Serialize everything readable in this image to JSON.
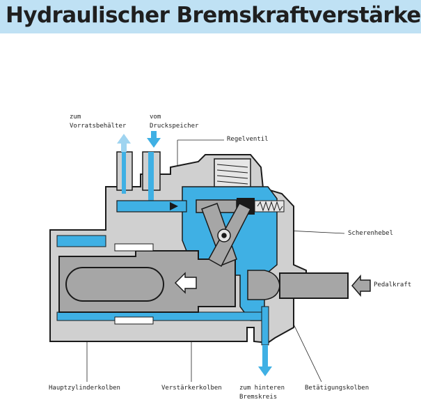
{
  "title": "Hydraulischer Bremskraftverstärker",
  "labels": {
    "reservoir_line1": "zum",
    "reservoir_line2": "Vorratsbehälter",
    "accumulator_line1": "vom",
    "accumulator_line2": "Druckspeicher",
    "control_valve": "Regelventil",
    "scissor_lever": "Scherenhebel",
    "pedal_force": "Pedalkraft",
    "master_cylinder_piston": "Hauptzylinderkolben",
    "booster_piston": "Verstärkerkolben",
    "rear_circuit_line1": "zum hinteren",
    "rear_circuit_line2": "Bremskreis",
    "actuating_piston": "Betätigungskolben"
  },
  "colors": {
    "title_band": "#bfe1f4",
    "fluid": "#3fb0e4",
    "housing": "#d0d0d0",
    "piston": "#a6a6a6",
    "outline": "#1a1a1a"
  }
}
